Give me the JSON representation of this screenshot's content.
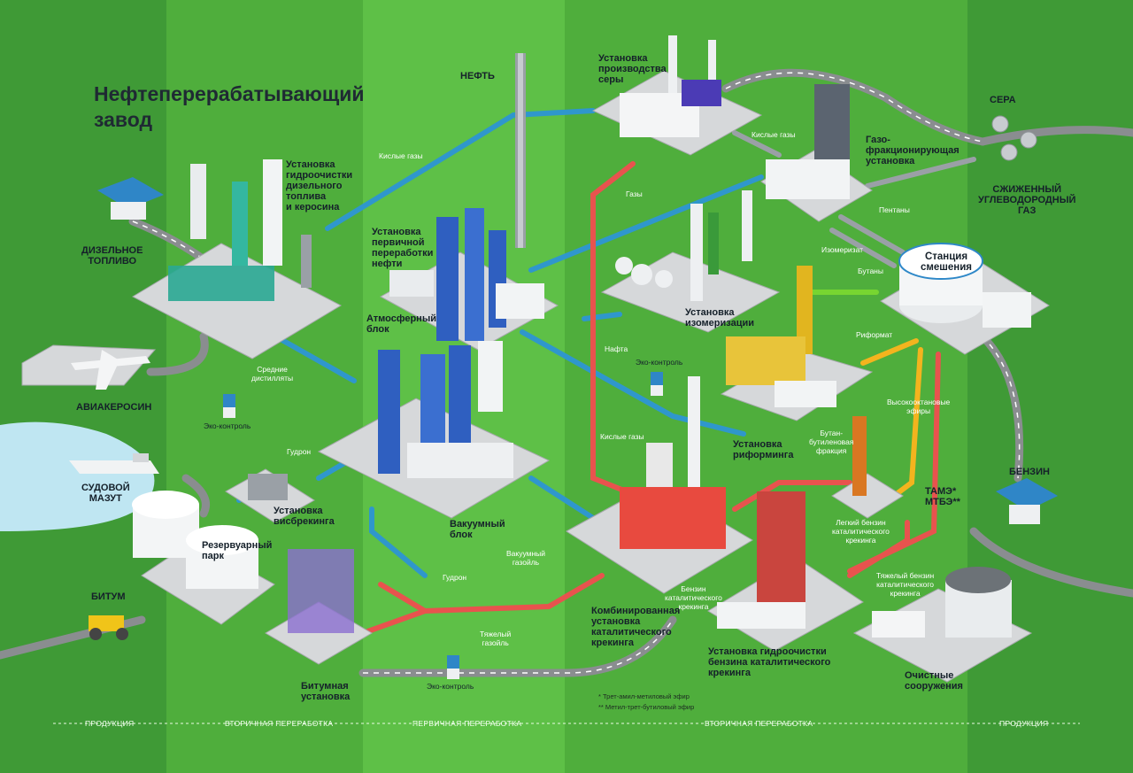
{
  "title": [
    "Нефтеперерабатывающий",
    "завод"
  ],
  "colors": {
    "band_primary": "#5fbf45",
    "band_secondary": "#3f9f35",
    "band_product": "#3a8a30",
    "pipe_blue": "#2e95c8",
    "pipe_red": "#e8504d",
    "pipe_green": "#6ad12c",
    "pipe_yellow": "#f2b21c",
    "road": "#888b8f"
  },
  "units": {
    "diesel_hydrotreater": [
      "Установка",
      "гидроочистки",
      "дизельного",
      "топлива",
      "и керосина"
    ],
    "primary_distillation": [
      "Установка",
      "первичной",
      "переработки",
      "нефти"
    ],
    "atmospheric_block": [
      "Атмосферный",
      "блок"
    ],
    "vacuum_block": [
      "Вакуумный",
      "блок"
    ],
    "visbreaking": [
      "Установка",
      "висбрекинга"
    ],
    "tank_farm": [
      "Резервуарный",
      "парк"
    ],
    "bitumen_unit": [
      "Битумная",
      "установка"
    ],
    "sulfur_unit": [
      "Установка",
      "производства",
      "серы"
    ],
    "gas_fractionation": [
      "Газо-",
      "фракционирующая",
      "установка"
    ],
    "isomerization": [
      "Установка",
      "изомеризации"
    ],
    "reforming": [
      "Установка",
      "риформинга"
    ],
    "blending_station": [
      "Станция",
      "смешения"
    ],
    "mtbe": [
      "ТАМЭ*",
      "МТБЭ**"
    ],
    "cat_cracking": [
      "Комбинированная",
      "установка",
      "каталитического",
      "крекинга"
    ],
    "cat_gasoline_hydrotreater": [
      "Установка гидроочистки",
      "бензина каталитического",
      "крекинга"
    ],
    "wastewater": [
      "Очистные",
      "сооружения"
    ]
  },
  "products": {
    "diesel": [
      "ДИЗЕЛЬНОЕ",
      "ТОПЛИВО"
    ],
    "jet_fuel": "АВИАКЕРОСИН",
    "marine_fuel": [
      "СУДОВОЙ",
      "МАЗУТ"
    ],
    "bitumen": "БИТУМ",
    "oil": "НЕФТЬ",
    "sulfur": "СЕРА",
    "lpg": [
      "СЖИЖЕННЫЙ",
      "УГЛЕВОДОРОДНЫЙ",
      "ГАЗ"
    ],
    "gasoline": "БЕНЗИН"
  },
  "flows": {
    "sour_gas_1": "Кислые газы",
    "sour_gas_2": "Кислые газы",
    "sour_gas_3": "Кислые газы",
    "gases": "Газы",
    "pentanes": "Пентаны",
    "butanes": "Бутаны",
    "isomerate": "Изомеризат",
    "reformate": "Риформат",
    "naphtha": "Нафта",
    "middle_distillates": [
      "Средние",
      "дистилляты"
    ],
    "tar_1": "Гудрон",
    "tar_2": "Гудрон",
    "vacuum_gasoil": [
      "Вакуумный",
      "газойль"
    ],
    "heavy_gasoil": [
      "Тяжелый",
      "газойль"
    ],
    "butane_butylene": [
      "Бутан-",
      "бутиленовая",
      "фракция"
    ],
    "high_octane": [
      "Высокооктановые",
      "эфиры"
    ],
    "light_cat_gasoline": [
      "Легкий бензин",
      "каталитического",
      "крекинга"
    ],
    "heavy_cat_gasoline": [
      "Тяжелый бензин",
      "каталитического",
      "крекинга"
    ],
    "cat_gasoline": [
      "Бензин",
      "каталитического",
      "крекинга"
    ]
  },
  "eco": [
    "Эко-контроль",
    "Эко-контроль",
    "Эко-контроль"
  ],
  "footnotes": [
    "* Трет-амил-метиловый эфир",
    "** Метил-трет-бутиловый эфир"
  ],
  "footer": [
    "ПРОДУКЦИЯ",
    "ВТОРИЧНАЯ ПЕРЕРАБОТКА",
    "ПЕРВИЧНАЯ ПЕРЕРАБОТКА",
    "ВТОРИЧНАЯ ПЕРЕРАБОТКА",
    "ПРОДУКЦИЯ"
  ]
}
